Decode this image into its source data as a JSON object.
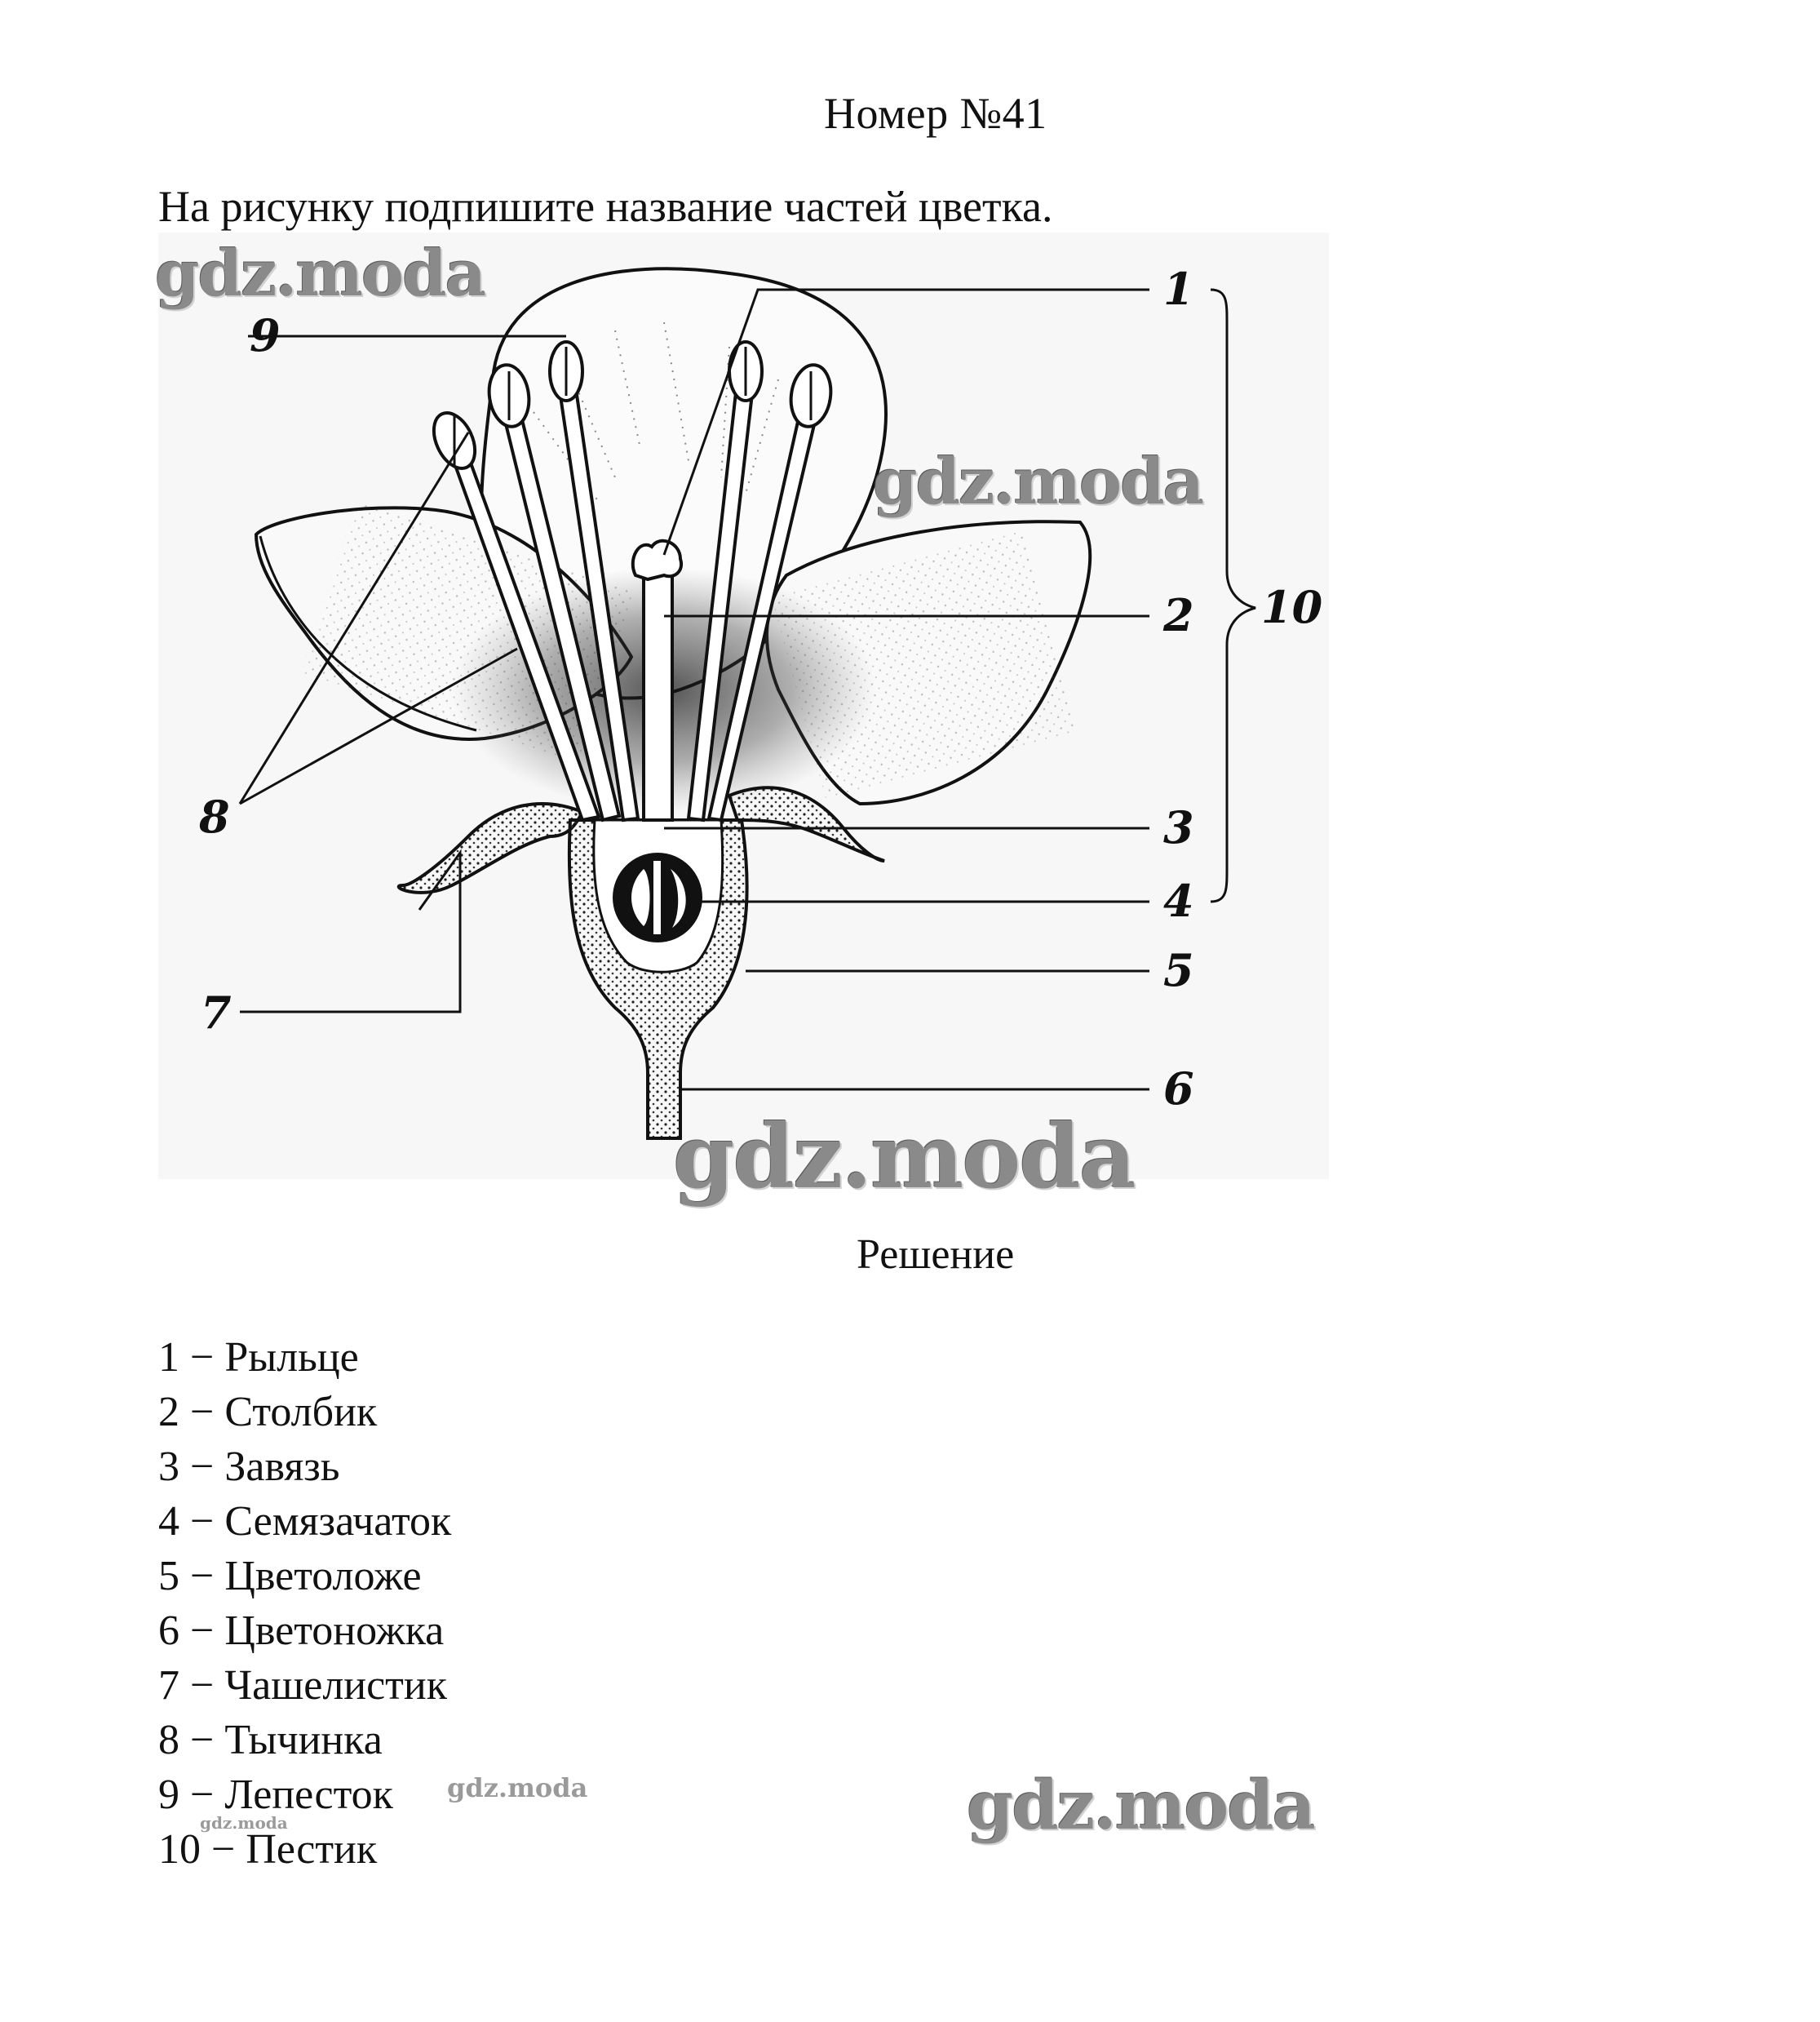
{
  "page": {
    "title": "Номер №41",
    "task": "На рисунку подпишите название частей цветка.",
    "solution_heading": "Решение"
  },
  "figure": {
    "callouts": [
      "1",
      "2",
      "3",
      "4",
      "5",
      "6",
      "7",
      "8",
      "9",
      "10"
    ]
  },
  "answers": [
    "1 − Рыльце",
    "2 − Столбик",
    "3 − Завязь",
    "4 − Семязачаток",
    "5 − Цветоложе",
    "6 − Цветоножка",
    "7 − Чашелистик",
    "8 − Тычинка",
    "9 − Лепесток",
    "10 − Пестик"
  ],
  "watermark": {
    "text": "gdz.moda"
  }
}
